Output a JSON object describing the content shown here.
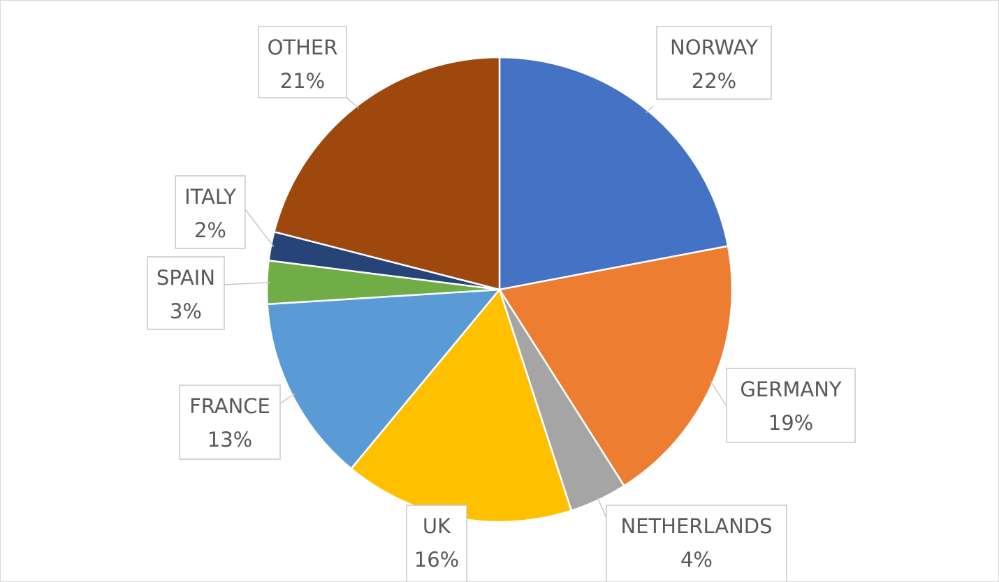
{
  "chart_data": {
    "type": "pie",
    "title": "",
    "slices": [
      {
        "label": "NORWAY",
        "value": 22,
        "display": "22%",
        "color": "#4472c4"
      },
      {
        "label": "GERMANY",
        "value": 19,
        "display": "19%",
        "color": "#ed7d31"
      },
      {
        "label": "NETHERLANDS",
        "value": 4,
        "display": "4%",
        "color": "#a5a5a5"
      },
      {
        "label": "UK",
        "value": 16,
        "display": "16%",
        "color": "#ffc000"
      },
      {
        "label": "FRANCE",
        "value": 13,
        "display": "13%",
        "color": "#5b9bd5"
      },
      {
        "label": "SPAIN",
        "value": 3,
        "display": "3%",
        "color": "#70ad47"
      },
      {
        "label": "ITALY",
        "value": 2,
        "display": "2%",
        "color": "#264478"
      },
      {
        "label": "OTHER",
        "value": 21,
        "display": "21%",
        "color": "#9e480e"
      }
    ],
    "start_angle_deg": 0,
    "direction": "clockwise",
    "data_labels": "category-and-percent-callouts",
    "legend": "none"
  }
}
